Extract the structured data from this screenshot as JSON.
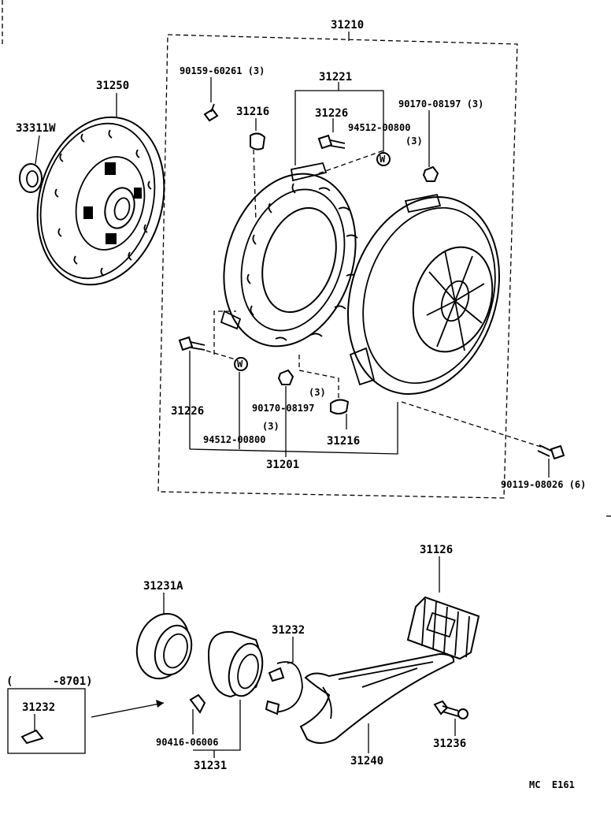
{
  "labels": {
    "assembly_31210": "31210",
    "disc_31250": "31250",
    "bearing_33311w": "33311W",
    "bolt_90159": "90159-60261 (3)",
    "strap_31221": "31221",
    "retainer_31216_top": "31216",
    "bolt_31226_top": "31226",
    "washer_94512_top": "94512-00800",
    "washer_94512_top_qty": "(3)",
    "nut_90170_top": "90170-08197 (3)",
    "bolt_31226_bottom": "31226",
    "nut_90170_bottom": "90170-08197",
    "nut_90170_bottom_qty": "(3)",
    "washer_94512_bottom_qty": "(3)",
    "washer_94512_bottom": "94512-00800",
    "retainer_31216_bottom": "31216",
    "cover_31201": "31201",
    "bolt_90119": "90119-08026 (6)",
    "boot_31126": "31126",
    "bearing_31231a": "31231A",
    "clip_31232": "31232",
    "inset_range": "(      -8701)",
    "inset_31232": "31232",
    "clip_90416": "90416-06006",
    "hub_31231": "31231",
    "fork_31240": "31240",
    "bolt_31236": "31236",
    "diagram_code": "MC  E161"
  },
  "icons": [
    "clutch-disc-icon",
    "pressure-plate-icon",
    "clutch-cover-icon",
    "release-bearing-icon",
    "release-fork-icon",
    "boot-icon",
    "bolt-icon",
    "nut-icon",
    "washer-icon"
  ]
}
